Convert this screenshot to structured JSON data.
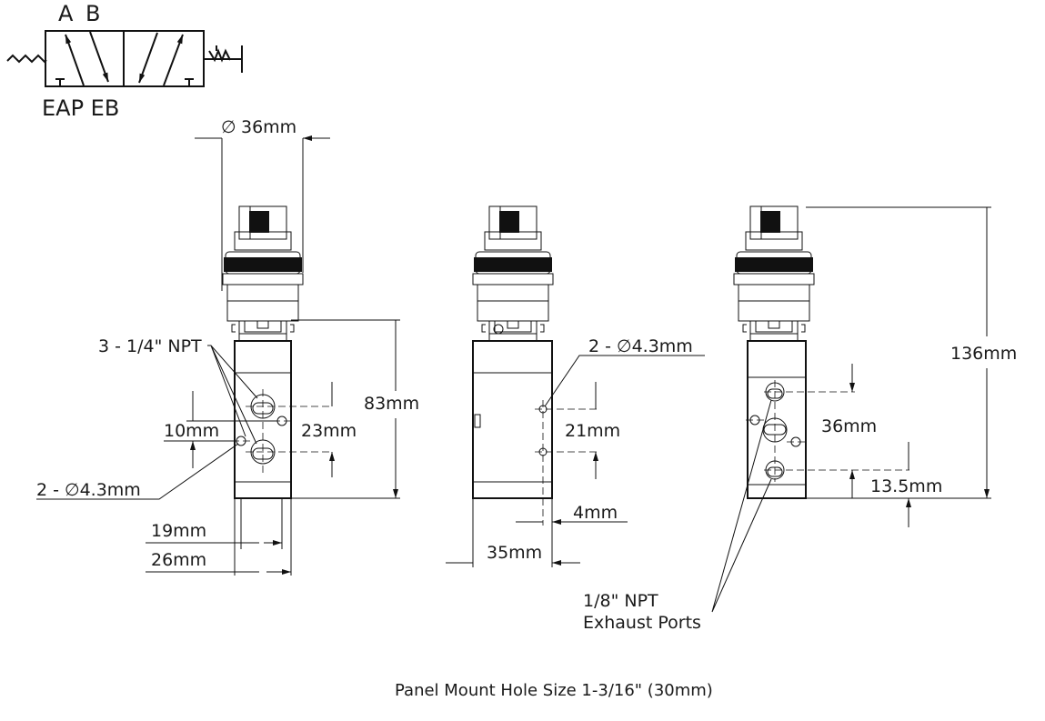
{
  "symbol": {
    "port_a": "A",
    "port_b": "B",
    "ports_bottom": "EAP EB"
  },
  "left_view": {
    "diameter_symbol": "∅",
    "diameter": "36mm",
    "npt_ports": "3 - 1/4\" NPT",
    "height": "83mm",
    "hole_spacing_small": "10mm",
    "hole_spacing": "23mm",
    "mount_holes": "2 - ∅4.3mm",
    "width_inner": "19mm",
    "width_outer": "26mm"
  },
  "middle_view": {
    "mount_holes": "2 - ∅4.3mm",
    "hole_spacing": "21mm",
    "offset": "4mm",
    "width": "35mm"
  },
  "right_view": {
    "total_height": "136mm",
    "port_spacing": "36mm",
    "bottom_offset": "13.5mm",
    "exhaust_line1": "1/8\" NPT",
    "exhaust_line2": "Exhaust Ports"
  },
  "caption": "Panel Mount Hole Size 1-3/16\" (30mm)"
}
